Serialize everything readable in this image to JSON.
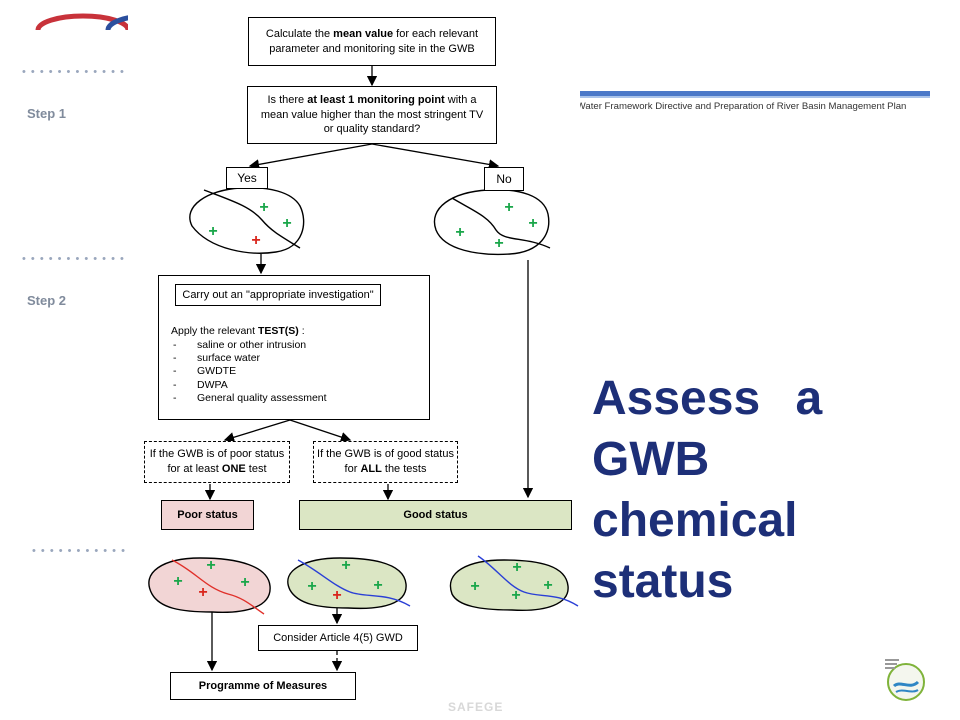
{
  "header_strip": {
    "subtitle": "of Water Framework Directive and Preparation of River Basin Management Plan",
    "accent_color": "#4a78c8"
  },
  "steps": {
    "step1": "Step 1",
    "step2": "Step 2"
  },
  "flowchart": {
    "calc_prefix": "Calculate the ",
    "calc_bold": "mean value",
    "calc_suffix": " for each relevant",
    "calc_line2": "parameter and monitoring site in the GWB",
    "q_prefix": "Is there ",
    "q_bold": "at least 1 monitoring point",
    "q_suffix": " with a",
    "q_line2": "mean value higher than the most stringent TV",
    "q_line3": "or quality standard?",
    "yes": "Yes",
    "no": "No",
    "investigation": "Carry out an \"appropriate investigation\"",
    "apply_prefix": "Apply the relevant ",
    "apply_bold": "TEST(S)",
    "apply_suffix": " :",
    "tests": [
      "saline or other intrusion",
      "surface water",
      "GWDTE",
      "DWPA",
      "General quality assessment"
    ],
    "poor_cond_line1": "If the GWB is of poor status",
    "poor_cond_prefix": "for at least ",
    "poor_cond_bold": "ONE",
    "poor_cond_suffix": " test",
    "good_cond_line1": "If the GWB is of good status",
    "good_cond_prefix": "for ",
    "good_cond_bold": "ALL",
    "good_cond_suffix": " the tests",
    "poor_status": "Poor status",
    "good_status": "Good status",
    "consider": "Consider Article 4(5) GWD",
    "programme": "Programme of Measures"
  },
  "title": {
    "line1": "Assess a",
    "line2": "GWB",
    "line3": "chemical",
    "line4": "status"
  },
  "footer": {
    "watermark": "SAFEGE"
  },
  "colors": {
    "poor_fill": "#f2d5d5",
    "good_fill": "#dbe6c4",
    "title_color": "#1d2f78",
    "plus_green": "#1aa64a",
    "plus_red": "#d9261c",
    "river_blue": "#2a3fd6",
    "river_red": "#e0302a"
  }
}
